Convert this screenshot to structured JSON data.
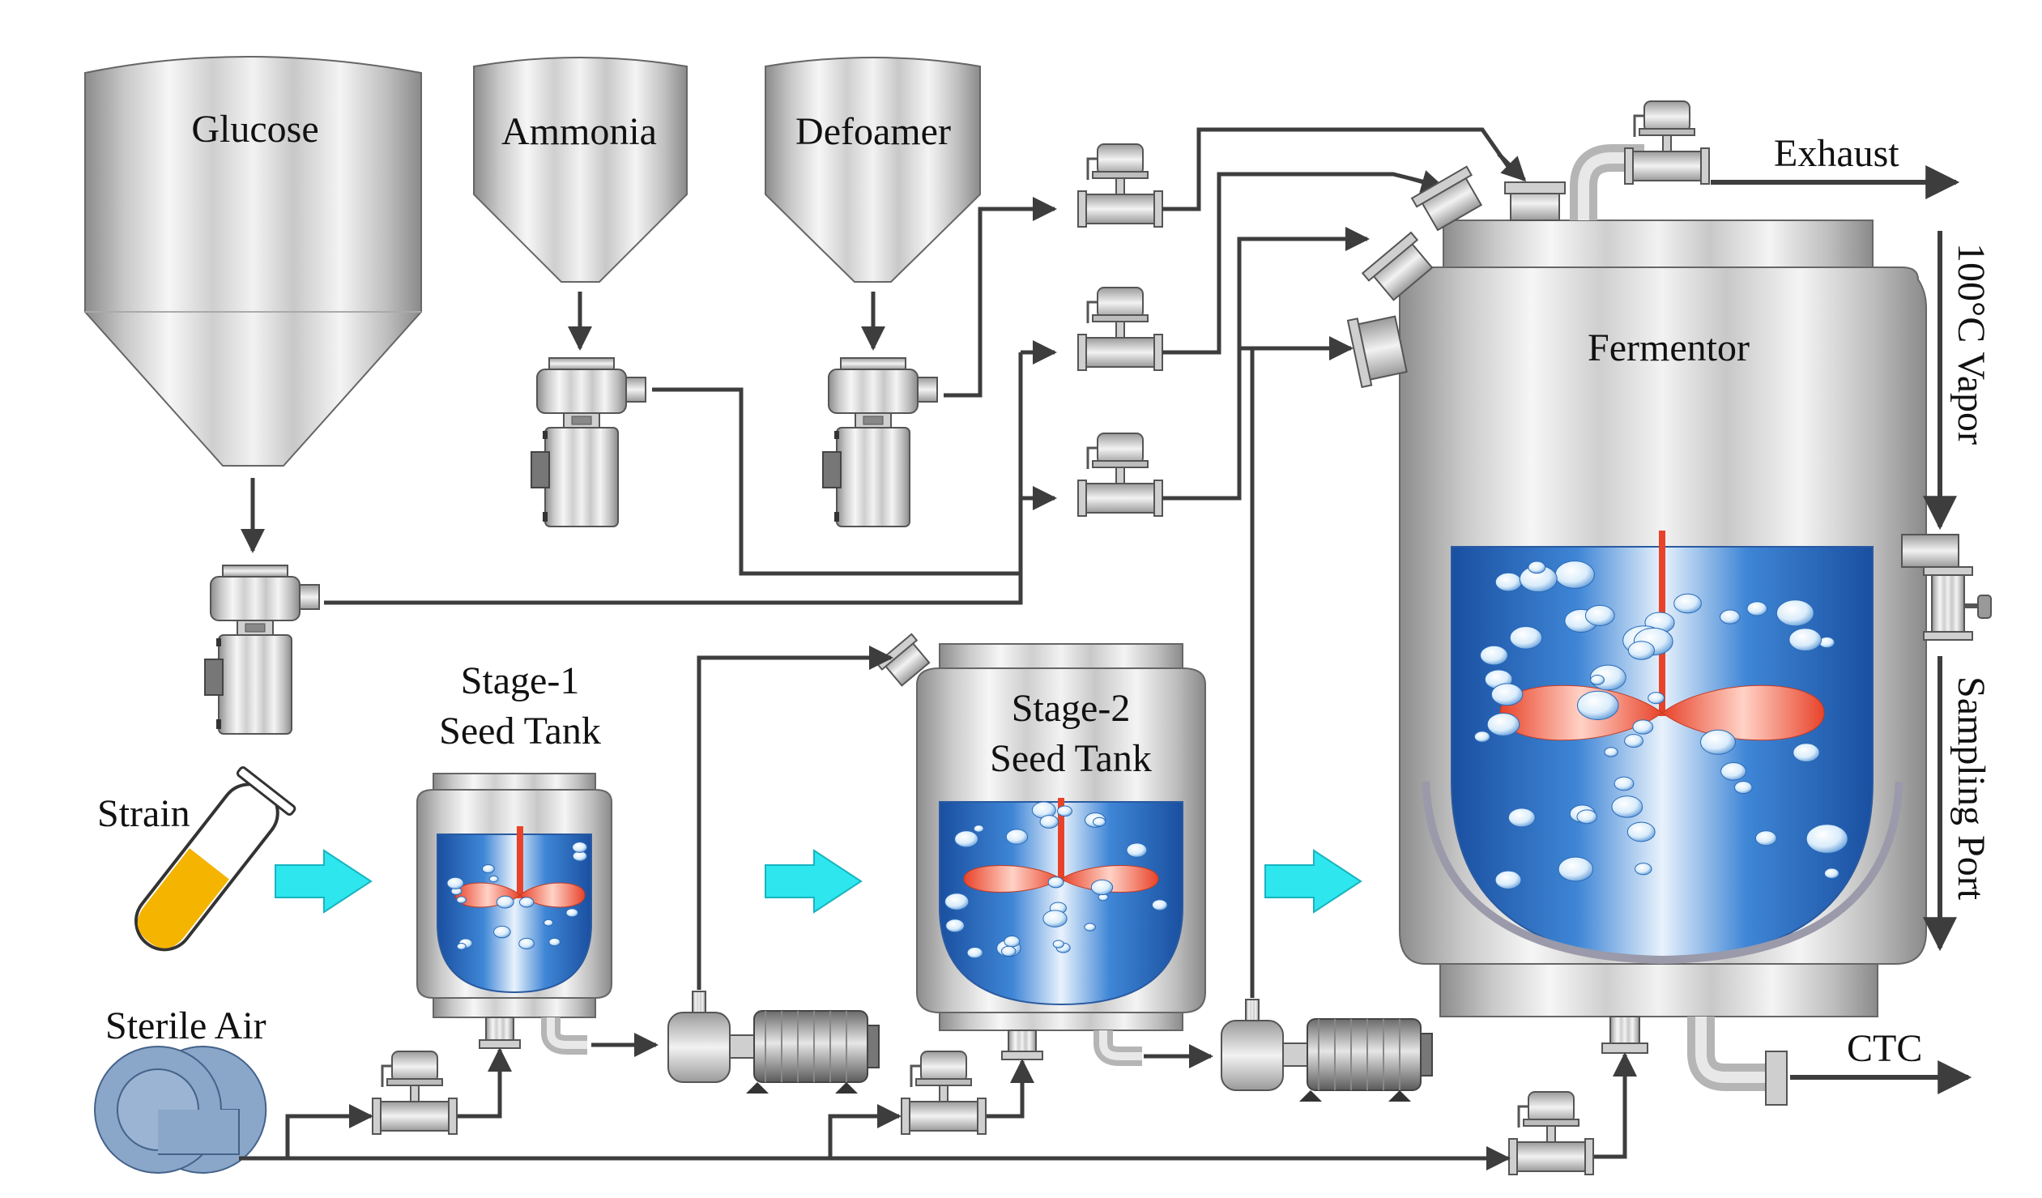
{
  "labels": {
    "glucose": "Glucose",
    "ammonia": "Ammonia",
    "defoamer": "Defoamer",
    "exhaust": "Exhaust",
    "vapor": "100°C Vapor",
    "fermentor": "Fermentor",
    "stage1_line1": "Stage-1",
    "stage1_line2": "Seed Tank",
    "stage2_line1": "Stage-2",
    "stage2_line2": "Seed Tank",
    "strain": "Strain",
    "sterile_air": "Sterile Air",
    "sampling_port": "Sampling Port",
    "ctc": "CTC"
  },
  "colors": {
    "steel_light": "#f4f4f4",
    "steel_dark": "#8c8c8c",
    "liquid_blue": "#1f5fb0",
    "impeller_red": "#e8432a",
    "flow_arrow_cyan": "#2ee6ee",
    "culture_yellow": "#f4b400",
    "blower_blue": "#8aa6c8",
    "pipe_gray": "#3d3d3d"
  }
}
